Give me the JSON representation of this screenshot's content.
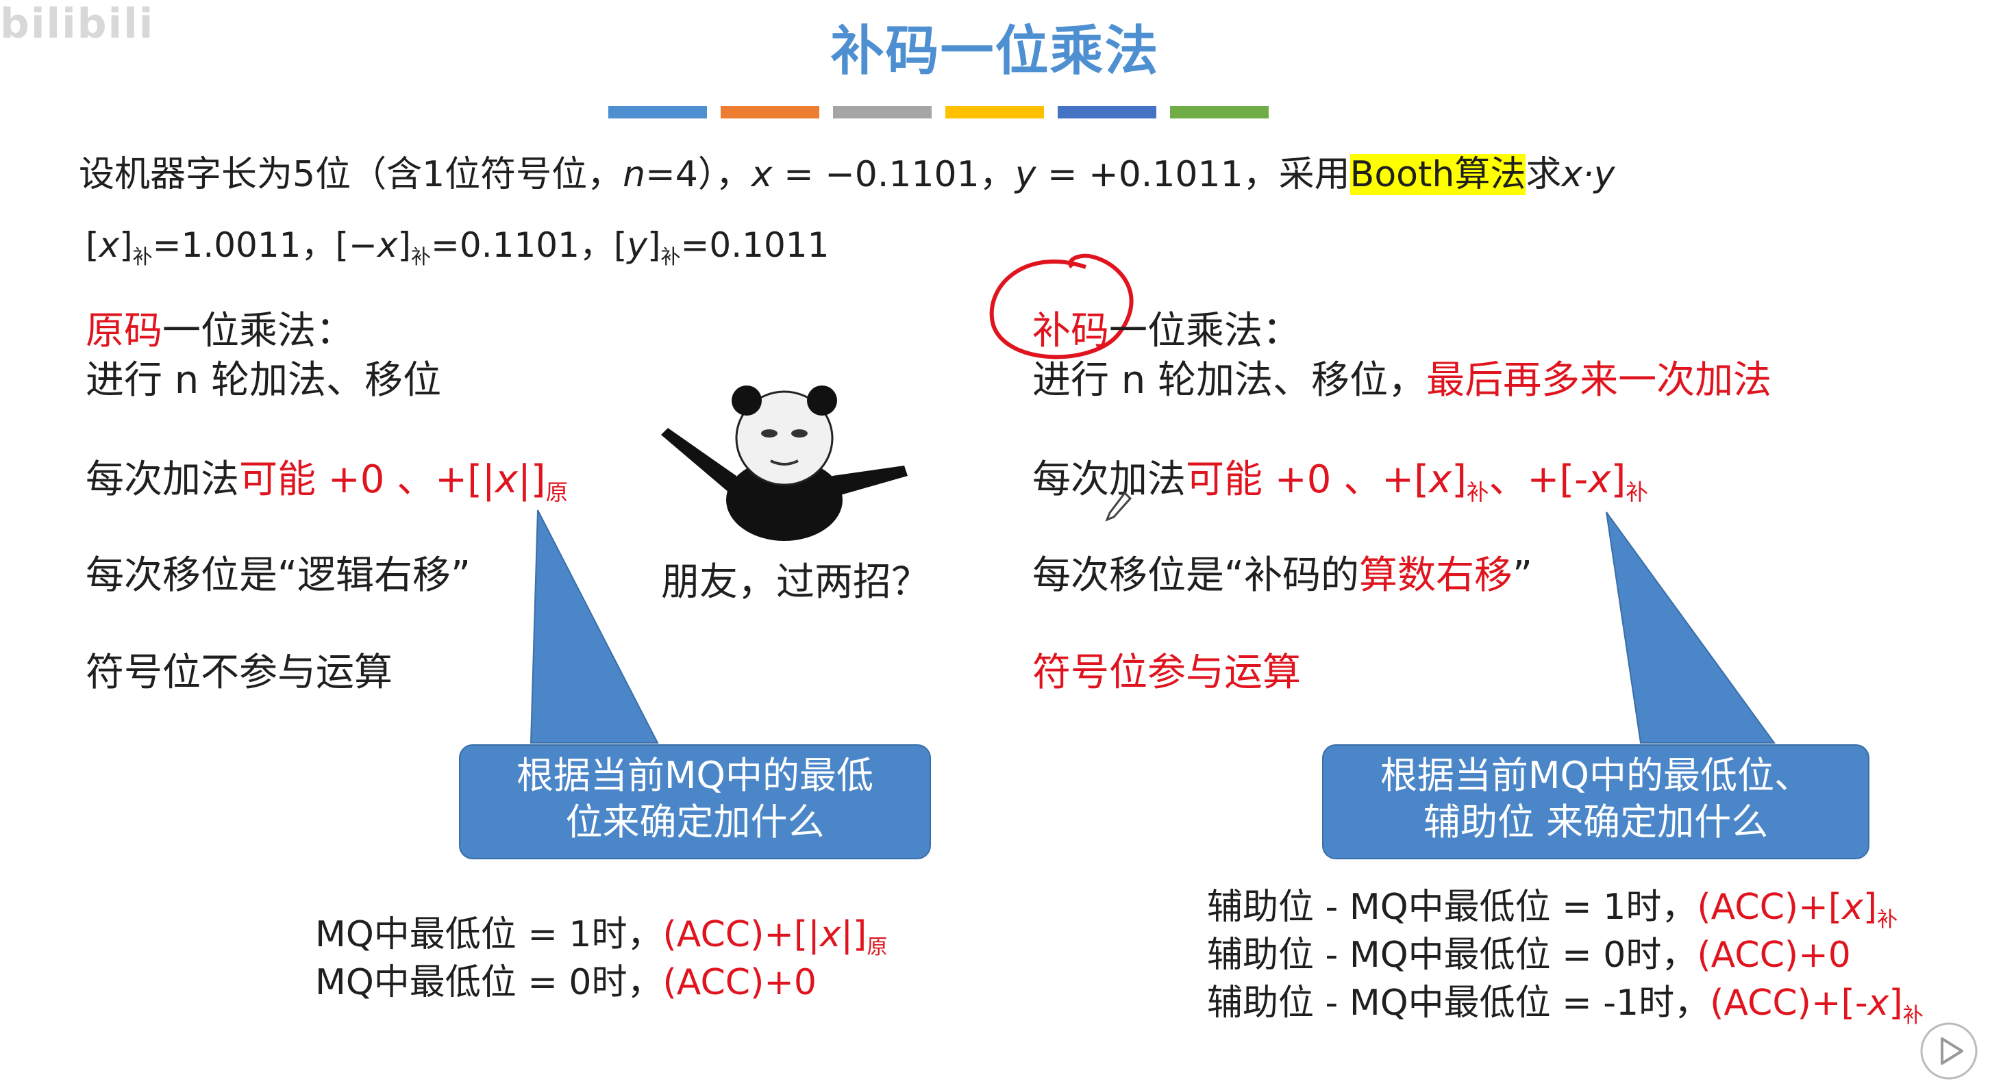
{
  "watermark": "bilibili",
  "title": "补码一位乘法",
  "title_bar_colors": [
    "#4d8fd0",
    "#ed7d31",
    "#a5a5a5",
    "#ffc000",
    "#4472c4",
    "#70ad47"
  ],
  "intro": {
    "line1_a": "设机器字长为5位（含1位符号位，",
    "n_var": "n",
    "n_eq": "=4），",
    "x_var": "x",
    "x_eq": " = −0.1101，",
    "y_var": "y",
    "y_eq": " = +0.1011，采用",
    "booth": "Booth算法",
    "ask": "求",
    "xy": "x·y",
    "line2": {
      "x_bracket_open": "[",
      "x_var": "x",
      "x_bracket_close": "]",
      "sub_bu": "补",
      "x_val": "=1.0011，",
      "nx_bracket_open": "[−",
      "nx_val": "=0.1101，",
      "y_var": "y",
      "y_val": "=0.1011"
    }
  },
  "left": {
    "heading_red": "原码",
    "heading_rest": "一位乘法：",
    "step1": "进行 n 轮加法、移位",
    "add_a": "每次加法",
    "add_red": "可能 +0 、+[|",
    "add_x": "x",
    "add_red2": "|]",
    "add_sub": "原",
    "shift": "每次移位是“逻辑右移”",
    "sign": "符号位不参与运算",
    "callout_line1": "根据当前MQ中的最低",
    "callout_line2": "位来确定加什么",
    "rule1_a": "MQ中最低位 = 1时，",
    "rule1_red": "(ACC)+[|",
    "rule1_x": "x",
    "rule1_red2": "|]",
    "rule1_sub": "原",
    "rule2_a": "MQ中最低位 = 0时，",
    "rule2_red": "(ACC)+0"
  },
  "meme_caption": "朋友，过两招？",
  "right": {
    "heading_red": "补码",
    "heading_rest": "一位乘法：",
    "step1_a": "进行 n 轮加法、移位，",
    "step1_red": "最后再多来一次加法",
    "add_a": "每次加法",
    "add_red": "可能 +0 、+[",
    "add_x": "x",
    "add_red2": "]",
    "add_sub": "补",
    "add_red3": "、+[-",
    "add_x2": "x",
    "add_red4": "]",
    "shift_a": "每次移位是“补码的",
    "shift_red": "算数右移",
    "shift_b": "”",
    "sign_red": "符号位参与运算",
    "callout_line1": "根据当前MQ中的最低位、",
    "callout_line2": "辅助位 来确定加什么",
    "rule1_a": "辅助位 - MQ中最低位 = 1时，",
    "rule1_red": "(ACC)+[",
    "rule1_x": "x",
    "rule1_red2": "]",
    "rule1_sub": "补",
    "rule2_a": "辅助位 - MQ中最低位 = 0时，",
    "rule2_red": "(ACC)+0",
    "rule3_a": "辅助位 - MQ中最低位 = -1时，",
    "rule3_red": "(ACC)+[-",
    "rule3_x": "x",
    "rule3_red2": "]",
    "rule3_sub": "补"
  },
  "icons": {
    "pencil": "pencil-cursor-icon",
    "play": "play-icon",
    "meme": "panda-meme-image"
  }
}
